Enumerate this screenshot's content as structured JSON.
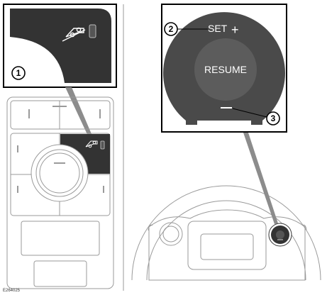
{
  "illustration": {
    "reference_code": "E264025",
    "callouts": [
      "1",
      "2",
      "3"
    ],
    "controls": {
      "set_label": "SET",
      "set_symbol": "+",
      "resume_label": "RESUME",
      "minus_symbol": "—"
    },
    "icons": [
      "hill-descent-icon"
    ],
    "colors": {
      "panel_dark": "#333333",
      "dial_outer": "#4a4a4a",
      "dial_inner": "#5c5c5c",
      "line_gray": "#9a9a9a",
      "frame_black": "#000000"
    }
  }
}
